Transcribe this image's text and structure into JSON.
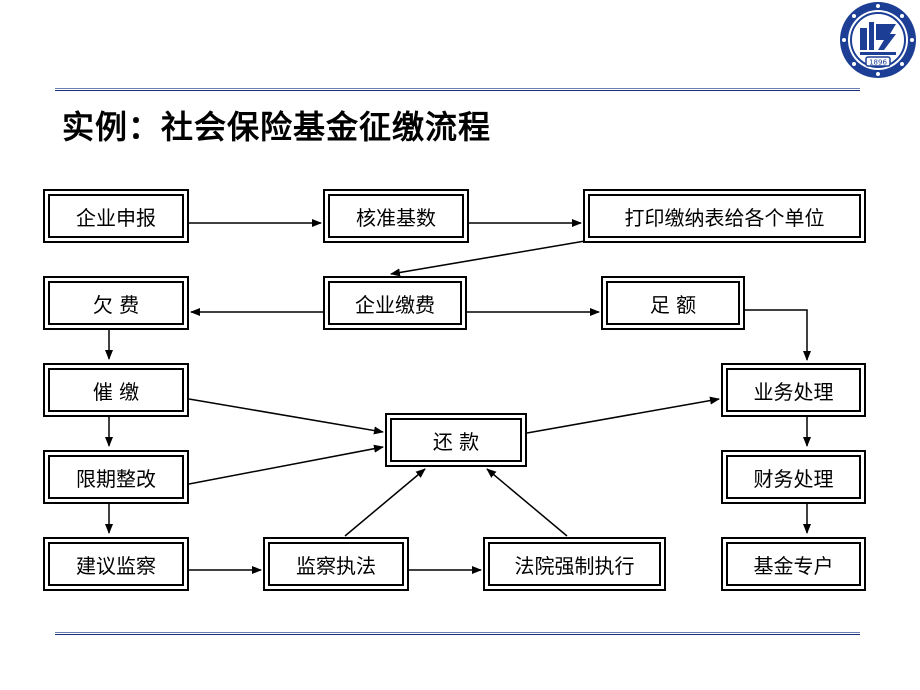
{
  "title": "实例：社会保险基金征缴流程",
  "colors": {
    "rule_dark": "#1b2f7a",
    "rule_light": "#6a7fb0",
    "logo_blue": "#1c3f95"
  },
  "logo": {
    "icon": "university-seal-icon",
    "year_text": "1896"
  },
  "diagram": {
    "nodes": {
      "qiye_shenbao": "企业申报",
      "hezhun_jishu": "核准基数",
      "dayin_jiaonabiao": "打印缴纳表给各个单位",
      "qianfei": "欠 费",
      "qiye_jiaofei": "企业缴费",
      "zu_e": "足 额",
      "cuijiao": "催 缴",
      "huankuan": "还 款",
      "yewu_chuli": "业务处理",
      "xianqi_zhenggai": "限期整改",
      "caiwu_chuli": "财务处理",
      "jianyi_jiancha": "建议监察",
      "jiancha_zhifa": "监察执法",
      "fayuan_qiangzhi": "法院强制执行",
      "jijin_zhuanhu": "基金专户"
    }
  }
}
